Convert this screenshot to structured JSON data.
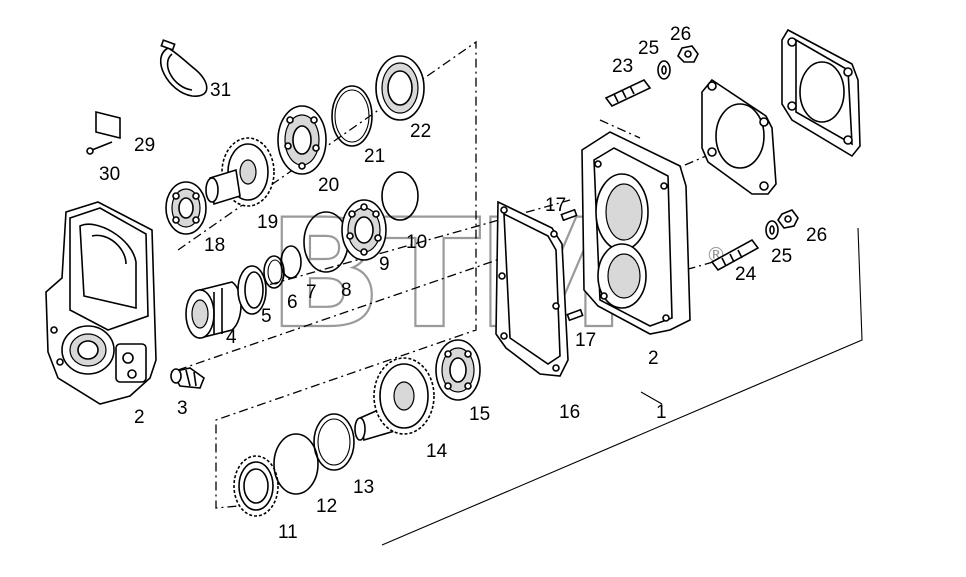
{
  "watermark": {
    "text": "BTM",
    "mark": "®"
  },
  "part_numbers": {
    "p1": "1",
    "p2_left": "2",
    "p2_right": "2",
    "p3": "3",
    "p4": "4",
    "p5": "5",
    "p6": "6",
    "p7": "7",
    "p8": "8",
    "p9": "9",
    "p10": "10",
    "p11": "11",
    "p12": "12",
    "p13": "13",
    "p14": "14",
    "p15": "15",
    "p16": "16",
    "p17_top": "17",
    "p17_bottom": "17",
    "p18": "18",
    "p19": "19",
    "p20": "20",
    "p21": "21",
    "p22": "22",
    "p23": "23",
    "p24": "24",
    "p25_top": "25",
    "p25_bottom": "25",
    "p26_top": "26",
    "p26_bottom": "26",
    "p29": "29",
    "p30": "30",
    "p31": "31"
  }
}
